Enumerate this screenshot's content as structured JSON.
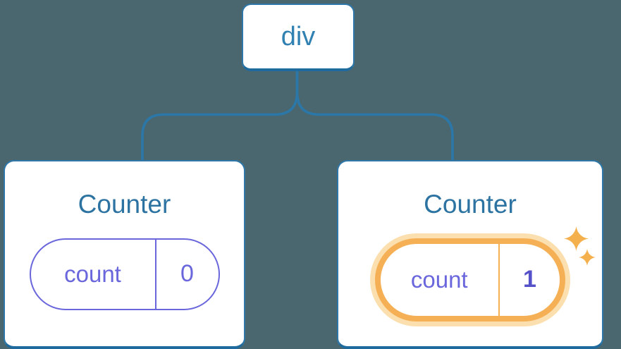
{
  "tree": {
    "root": {
      "label": "div"
    },
    "children": [
      {
        "title": "Counter",
        "state_key": "count",
        "state_value": "0",
        "highlighted": false
      },
      {
        "title": "Counter",
        "state_key": "count",
        "state_value": "1",
        "highlighted": true
      }
    ]
  },
  "icons": {
    "sparkle": "✦"
  },
  "colors": {
    "background": "#4a6770",
    "node_background": "#ffffff",
    "node_border": "#2e77a8",
    "node_border_bottom": "#1f6b9e",
    "node_label_blue": "#3181b2",
    "counter_title_blue": "#2d73a2",
    "connector_line": "#2b77a8",
    "state_purple": "#6a66dc",
    "state_value_bold_purple": "#5551c9",
    "highlight_orange": "#f5b055",
    "highlight_glow": "#fcdfae",
    "sparkle_orange": "#f5b04e"
  }
}
